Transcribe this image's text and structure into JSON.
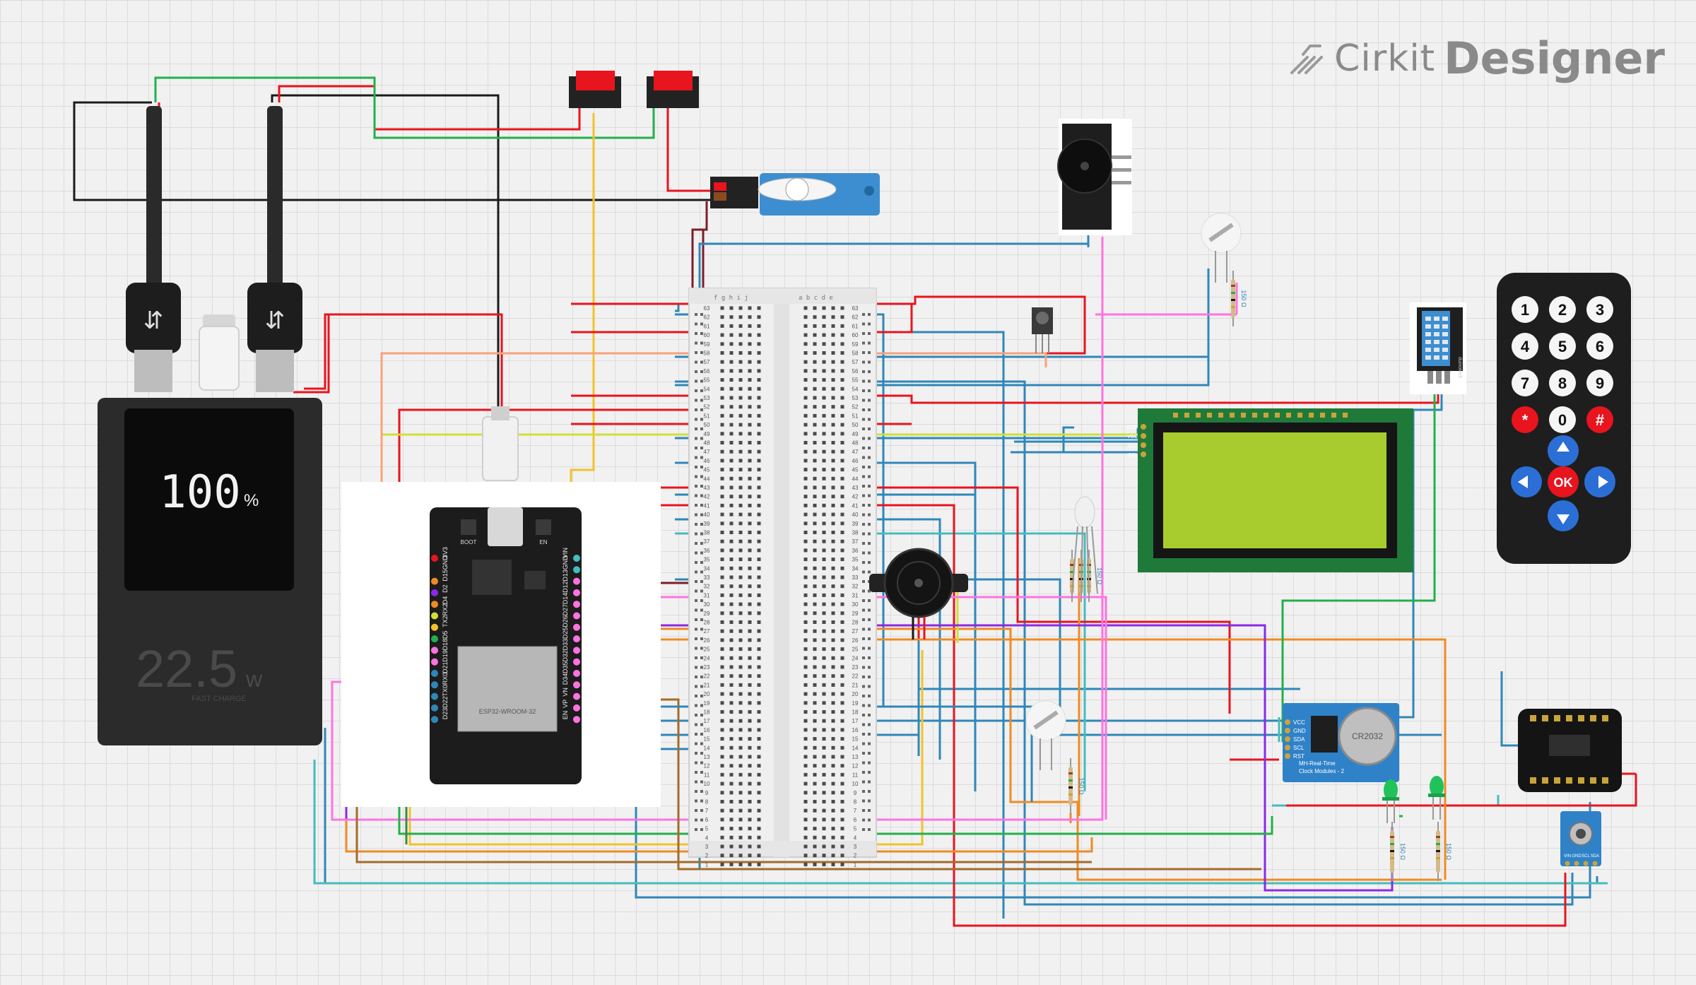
{
  "brand": {
    "cirkit": "Cirkit",
    "designer": "Designer"
  },
  "power_bank": {
    "battery": "100",
    "percent_sign": "%",
    "power": "22.5",
    "unit": "w",
    "caption": "FAST CHARGE"
  },
  "esp32": {
    "left_pins": [
      "3V3",
      "GND",
      "D15",
      "D2",
      "D4",
      "RX2",
      "TX2",
      "D5",
      "D18",
      "D19",
      "D21",
      "RX0",
      "TX0",
      "D22",
      "D23"
    ],
    "right_pins": [
      "VIN",
      "GND",
      "D13",
      "D12",
      "D14",
      "D27",
      "D26",
      "D25",
      "D33",
      "D32",
      "D35",
      "D34",
      "VN",
      "VP",
      "EN"
    ],
    "boot_label": "BOOT",
    "en_label": "EN",
    "chip_text": "ESP32-WROOM-32"
  },
  "lcd": {
    "pins": [
      "GND",
      "VCC",
      "SDA",
      "SCL"
    ]
  },
  "rtc": {
    "pins": [
      "VCC",
      "GND",
      "SDA",
      "SCL",
      "RST"
    ],
    "battery": "CR2032",
    "title": "MH-Real-Time",
    "subtitle": "Clock Modules - 2"
  },
  "resistor_label": "150 Ω",
  "remote": {
    "keys": [
      "1",
      "2",
      "3",
      "4",
      "5",
      "6",
      "7",
      "8",
      "9",
      "*",
      "0",
      "#"
    ],
    "ok": "OK"
  },
  "max_sensor": {
    "pins": [
      "VIN",
      "GND",
      "SCL",
      "SDA"
    ]
  },
  "dht": {
    "label": "duinotech"
  },
  "breadboard": {
    "row_count": 63,
    "cols_left": "a b c d e",
    "cols_right": "f g h i j"
  },
  "colors": {
    "red": "#e8141e",
    "black": "#1a1a1a",
    "blue": "#2f87b8",
    "orange": "#f08a24",
    "yellow": "#f2c22b",
    "green": "#22b04b",
    "purple": "#8a2be2",
    "pink": "#ff73e0",
    "teal": "#45bcc0",
    "brown": "#a46b2a"
  }
}
